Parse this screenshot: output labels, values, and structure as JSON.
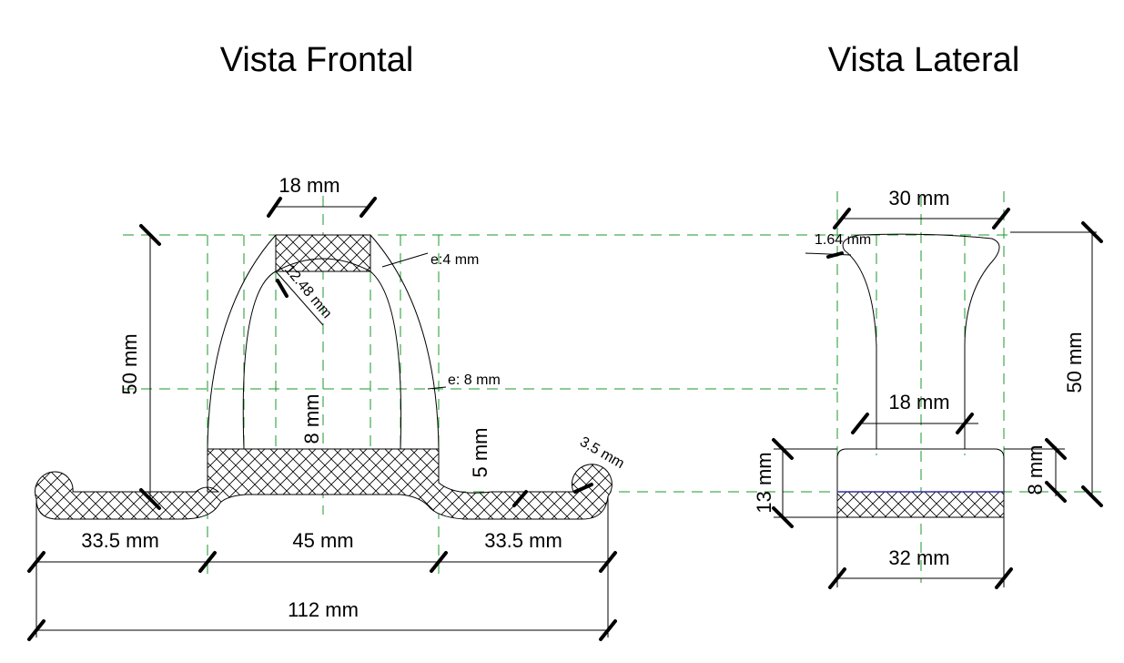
{
  "titles": {
    "front": "Vista Frontal",
    "side": "Vista Lateral"
  },
  "front": {
    "top_width": "18 mm",
    "height": "50 mm",
    "radius": "12.48 mm",
    "thickness_top": "e:4 mm",
    "thickness_side": "e: 8 mm",
    "base_thickness": "8 mm",
    "right_thickness": "5 mm",
    "hook_radius": "3.5 mm",
    "left_width": "33.5 mm",
    "center_width": "45 mm",
    "right_width": "33.5 mm",
    "total_width": "112 mm"
  },
  "side": {
    "top_width": "30 mm",
    "fillet": "1.64 mm",
    "stem_width": "18 mm",
    "height": "50 mm",
    "base_height": "13 mm",
    "base_thickness": "8 mm",
    "base_width": "32 mm"
  },
  "colors": {
    "guides": "#1a9a2a",
    "lines": "#000000"
  }
}
